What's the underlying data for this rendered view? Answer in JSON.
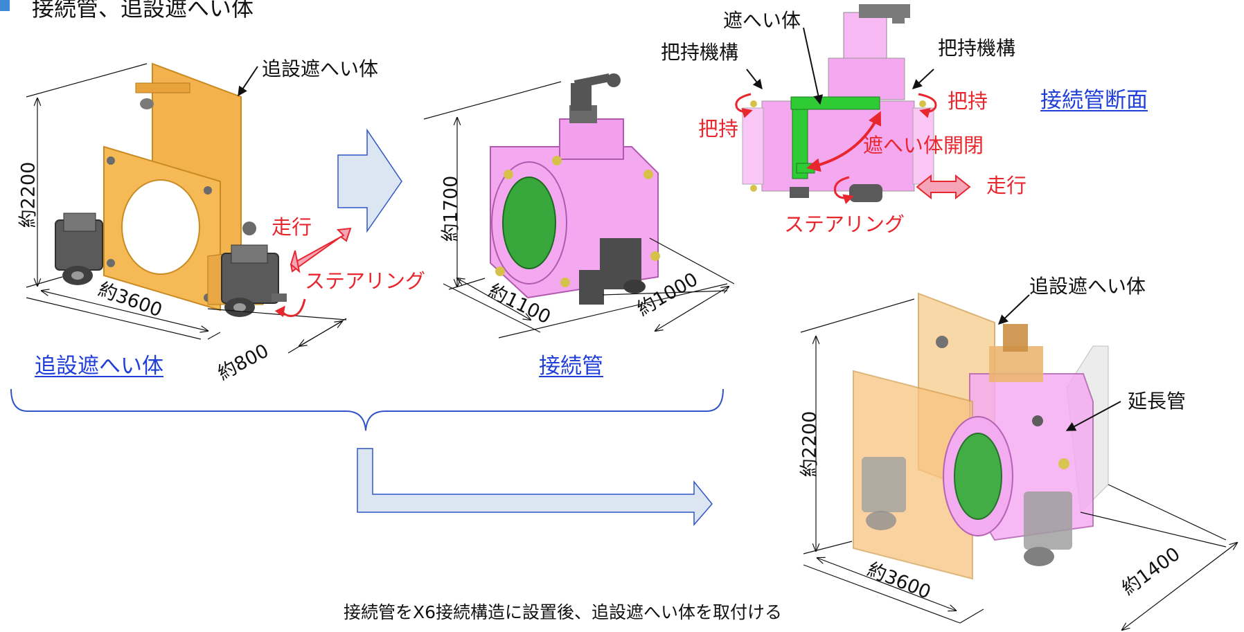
{
  "title": "接続管、追設遮へい体",
  "colors": {
    "bullet": "#3d8ad6",
    "shield": "#f0b04a",
    "pipe": "#f4a8f0",
    "annotation_red": "#e8262e",
    "link_blue": "#1f3fd8",
    "arrow_fill": "#dce6f3",
    "arrow_stroke": "#2f55c7"
  },
  "left_unit": {
    "caption": "追設遮へい体",
    "callout": "追設遮へい体",
    "height": "約2200",
    "width": "約3600",
    "depth": "約800",
    "travel": "走行",
    "steering": "ステアリング"
  },
  "middle_unit": {
    "caption": "接続管",
    "height": "約1700",
    "width": "約1100",
    "depth": "約1000"
  },
  "section": {
    "link": "接続管断面",
    "shield": "遮へい体",
    "grip_mech_left": "把持機構",
    "grip_mech_right": "把持機構",
    "grip_left": "把持",
    "grip_right": "把持",
    "open_close": "遮へい体開閉",
    "travel": "走行",
    "steering": "ステアリング"
  },
  "assembly": {
    "callout_shield": "追設遮へい体",
    "callout_extension": "延長管",
    "height": "約2200",
    "width": "約3600",
    "depth": "約1400"
  },
  "footer": "接続管をX6接続構造に設置後、追設遮へい体を取付ける"
}
